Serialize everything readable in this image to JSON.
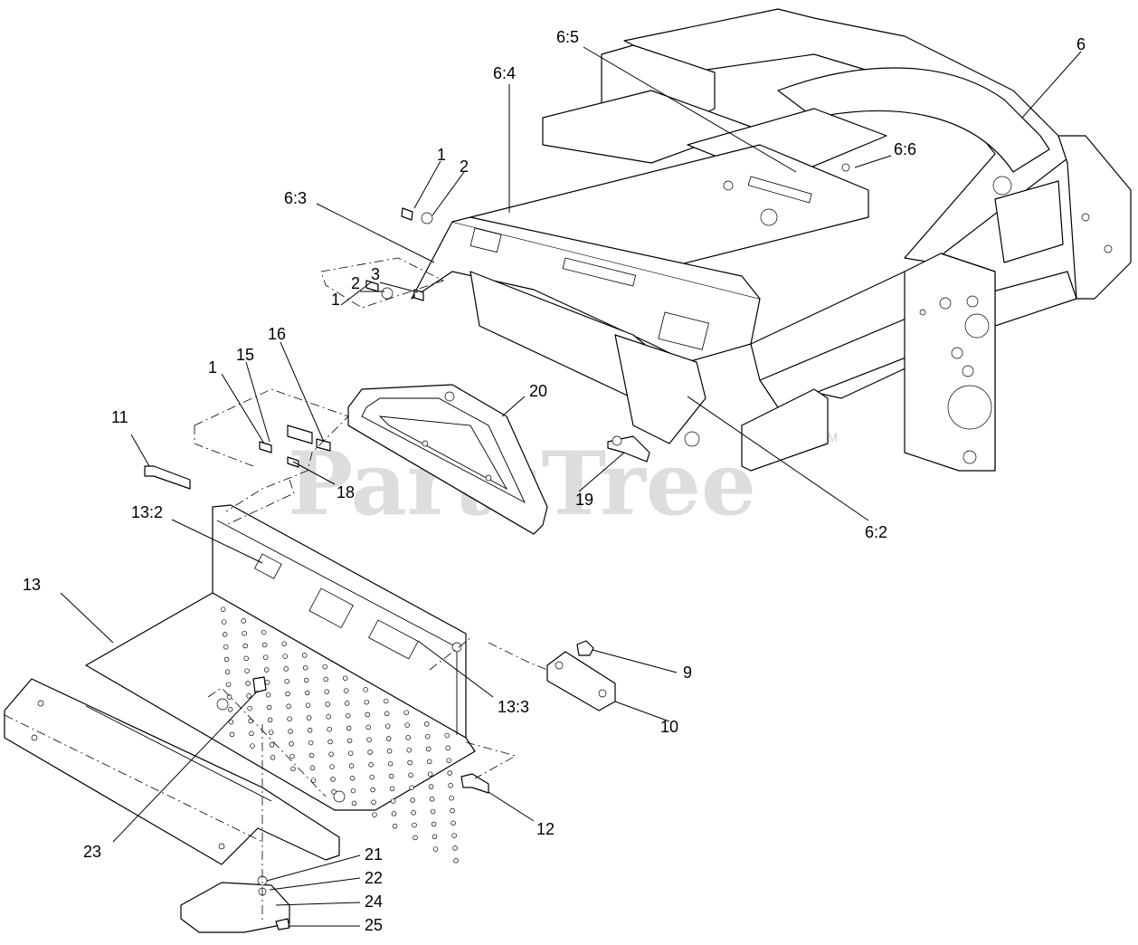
{
  "watermark": {
    "text": "PartsTree",
    "mark": "TM"
  },
  "callouts": [
    {
      "id": "c-6",
      "label": "6"
    },
    {
      "id": "c-6-5",
      "label": "6:5"
    },
    {
      "id": "c-6-4",
      "label": "6:4"
    },
    {
      "id": "c-6-6",
      "label": "6:6"
    },
    {
      "id": "c-6-3",
      "label": "6:3"
    },
    {
      "id": "c-1a",
      "label": "1"
    },
    {
      "id": "c-2a",
      "label": "2"
    },
    {
      "id": "c-1b",
      "label": "1"
    },
    {
      "id": "c-2b",
      "label": "2"
    },
    {
      "id": "c-3",
      "label": "3"
    },
    {
      "id": "c-15",
      "label": "15"
    },
    {
      "id": "c-16",
      "label": "16"
    },
    {
      "id": "c-1c",
      "label": "1"
    },
    {
      "id": "c-20",
      "label": "20"
    },
    {
      "id": "c-11",
      "label": "11"
    },
    {
      "id": "c-18",
      "label": "18"
    },
    {
      "id": "c-19",
      "label": "19"
    },
    {
      "id": "c-6-2",
      "label": "6:2"
    },
    {
      "id": "c-13-2",
      "label": "13:2"
    },
    {
      "id": "c-13",
      "label": "13"
    },
    {
      "id": "c-9",
      "label": "9"
    },
    {
      "id": "c-13-3",
      "label": "13:3"
    },
    {
      "id": "c-10",
      "label": "10"
    },
    {
      "id": "c-12",
      "label": "12"
    },
    {
      "id": "c-23",
      "label": "23"
    },
    {
      "id": "c-21",
      "label": "21"
    },
    {
      "id": "c-22",
      "label": "22"
    },
    {
      "id": "c-24",
      "label": "24"
    },
    {
      "id": "c-25",
      "label": "25"
    }
  ]
}
